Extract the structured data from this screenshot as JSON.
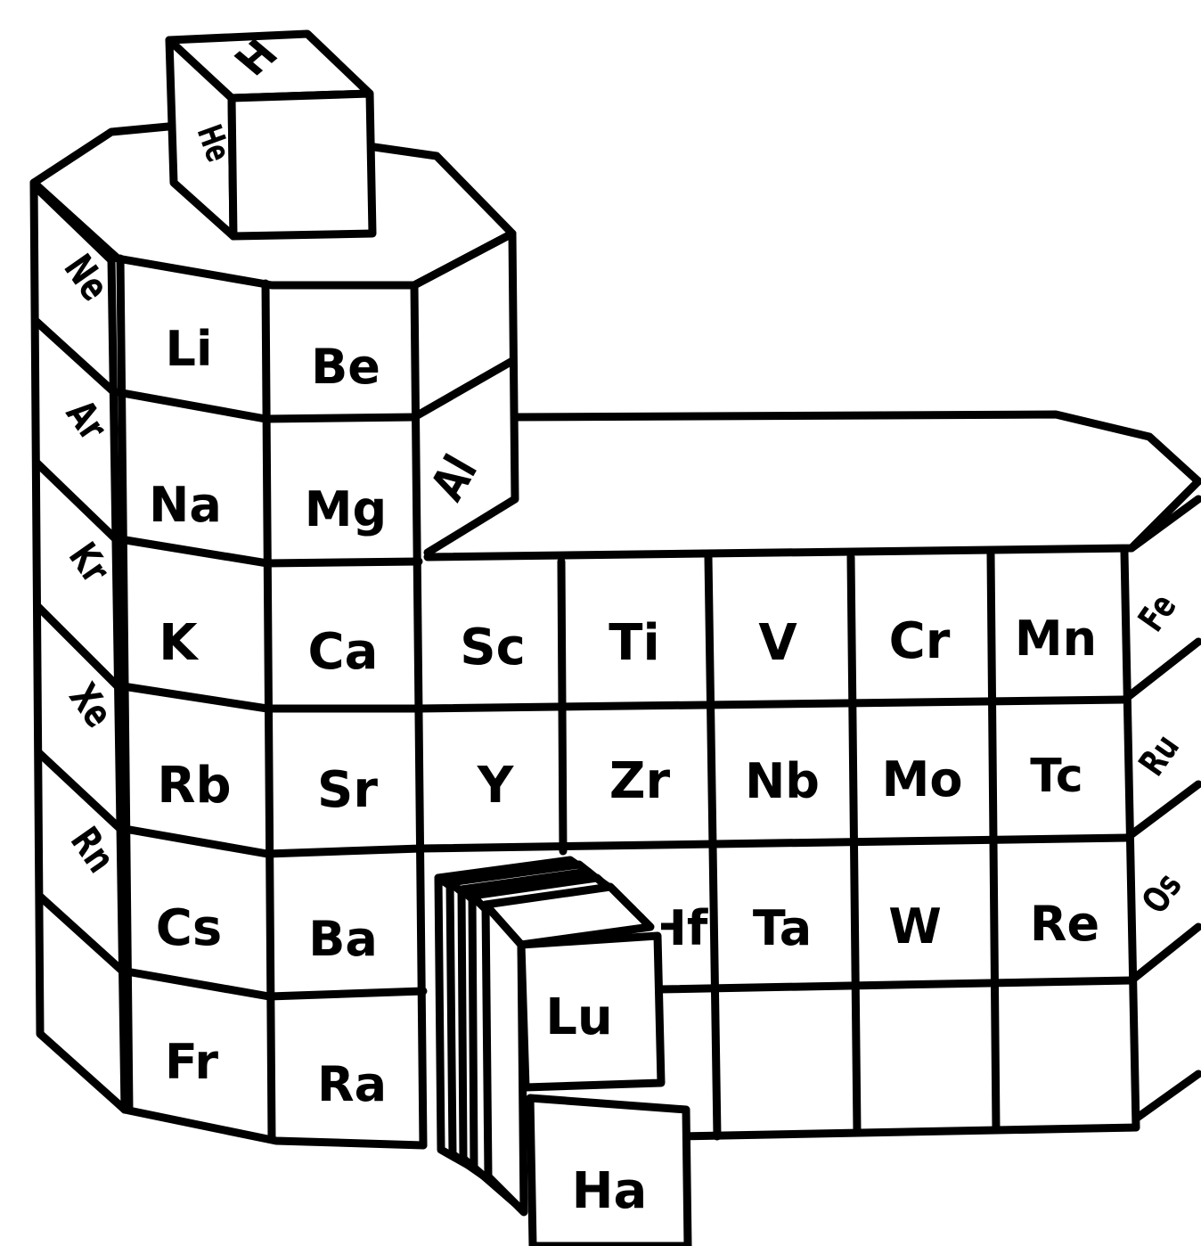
{
  "diagram": {
    "style": "black line drawing on white",
    "line_color": "#000000",
    "background_color": "#ffffff",
    "top_cube": [
      "H",
      "He"
    ],
    "left_column_side_labels": [
      "Ne",
      "Ar",
      "Kr",
      "Xe",
      "Rn",
      ""
    ],
    "front_rows": [
      [
        "Li",
        "Be"
      ],
      [
        "Na",
        "Mg"
      ],
      [
        "K",
        "Ca",
        "Sc",
        "Ti",
        "V",
        "Cr",
        "Mn"
      ],
      [
        "Rb",
        "Sr",
        "Y",
        "Zr",
        "Nb",
        "Mo",
        "Tc"
      ],
      [
        "Cs",
        "Ba",
        "Hf",
        "Ta",
        "W",
        "Re"
      ],
      [
        "Fr",
        "Ra",
        "",
        "",
        "",
        ""
      ]
    ],
    "upper_right_side_label": "Al",
    "right_side_labels": [
      "Fe",
      "Ru",
      "Os",
      ""
    ],
    "fold_out_cards": [
      "Lu",
      "Ha"
    ]
  }
}
